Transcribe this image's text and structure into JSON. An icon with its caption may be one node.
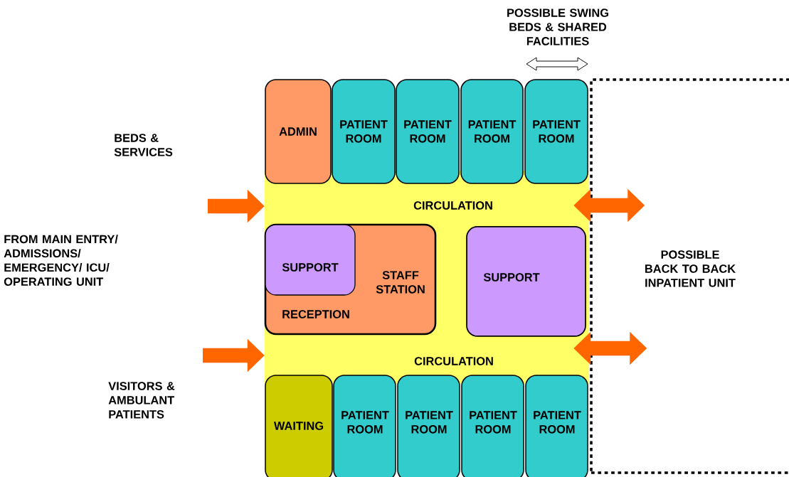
{
  "diagram": {
    "nodes": [
      {
        "text": [
          "CIRCULATION",
          "CIRCULATION"
        ]
      },
      {
        "text": [
          "ADMIN"
        ]
      },
      {
        "text": [
          "PATIENT ROOM"
        ]
      },
      {
        "text": [
          "PATIENT ROOM"
        ]
      },
      {
        "text": [
          "PATIENT ROOM"
        ]
      },
      {
        "text": [
          "PATIENT ROOM"
        ]
      },
      {
        "text": [
          "STAFF STATION",
          "RECEPTION"
        ],
        "in": 0
      },
      {
        "text": [
          "SUPPORT"
        ],
        "in": 6
      },
      {
        "text": [
          "SUPPORT"
        ],
        "in": 0
      },
      {
        "text": [
          "WAITING"
        ]
      },
      {
        "text": [
          "PATIENT ROOM"
        ]
      },
      {
        "text": [
          "PATIENT ROOM"
        ]
      },
      {
        "text": [
          "PATIENT ROOM"
        ]
      },
      {
        "text": [
          "PATIENT ROOM"
        ]
      },
      {
        "text": [
          "POSSIBLE BACK TO BACK INPATIENT UNIT"
        ]
      }
    ],
    "edges": [
      {
        "from": null,
        "to": 0,
        "arrow": "to"
      },
      {
        "from": null,
        "to": 0,
        "arrow": "to"
      },
      {
        "from": 0,
        "to": 14,
        "arrow": "both"
      },
      {
        "from": 0,
        "to": 14,
        "arrow": "both"
      }
    ],
    "labels": [
      "POSSIBLE SWING BEDS & SHARED FACILITIES",
      "BEDS & SERVICES",
      "FROM MAIN ENTRY/ ADMISSIONS/ EMERGENCY/ ICU/ OPERATING UNIT",
      "VISITORS & AMBULANT PATIENTS"
    ]
  }
}
